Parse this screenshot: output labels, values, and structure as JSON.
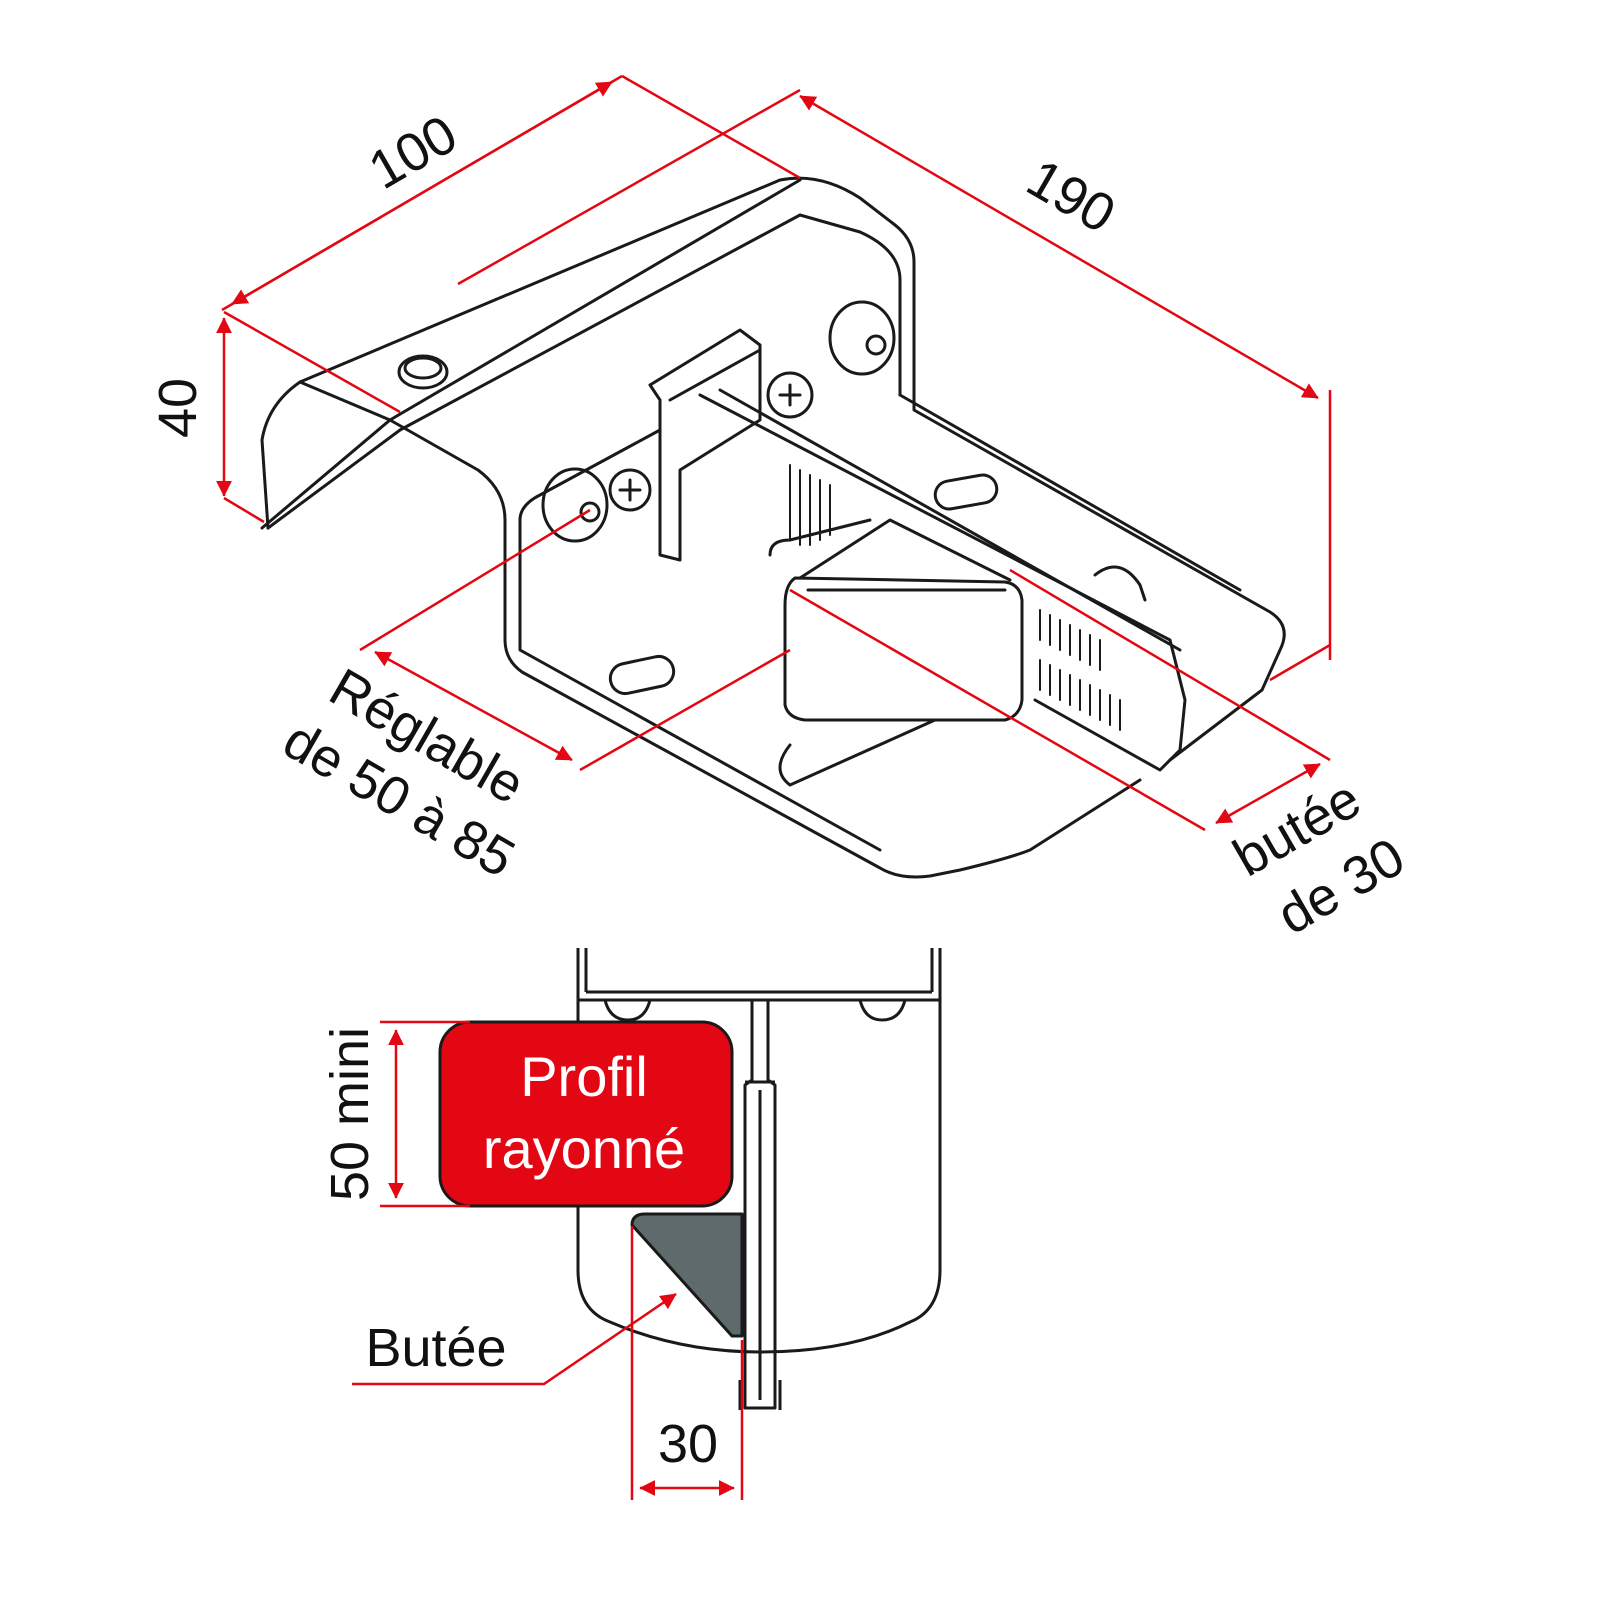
{
  "colors": {
    "dimension_line": "#e30613",
    "outline": "#1a1a1a",
    "profile_fill": "#e30613",
    "profile_text": "#ffffff",
    "stop_fill": "#5e6a6c",
    "background": "#ffffff"
  },
  "dimensions": {
    "width": "100",
    "length": "190",
    "height": "40",
    "adjustable_line1": "Réglable",
    "adjustable_line2": "de 50 à 85",
    "stop_line1": "butée",
    "stop_line2": "de 30",
    "min_height": "50 mini",
    "stop_depth": "30"
  },
  "detail": {
    "profile_line1": "Profil",
    "profile_line2": "rayonné",
    "stop_label": "Butée"
  }
}
